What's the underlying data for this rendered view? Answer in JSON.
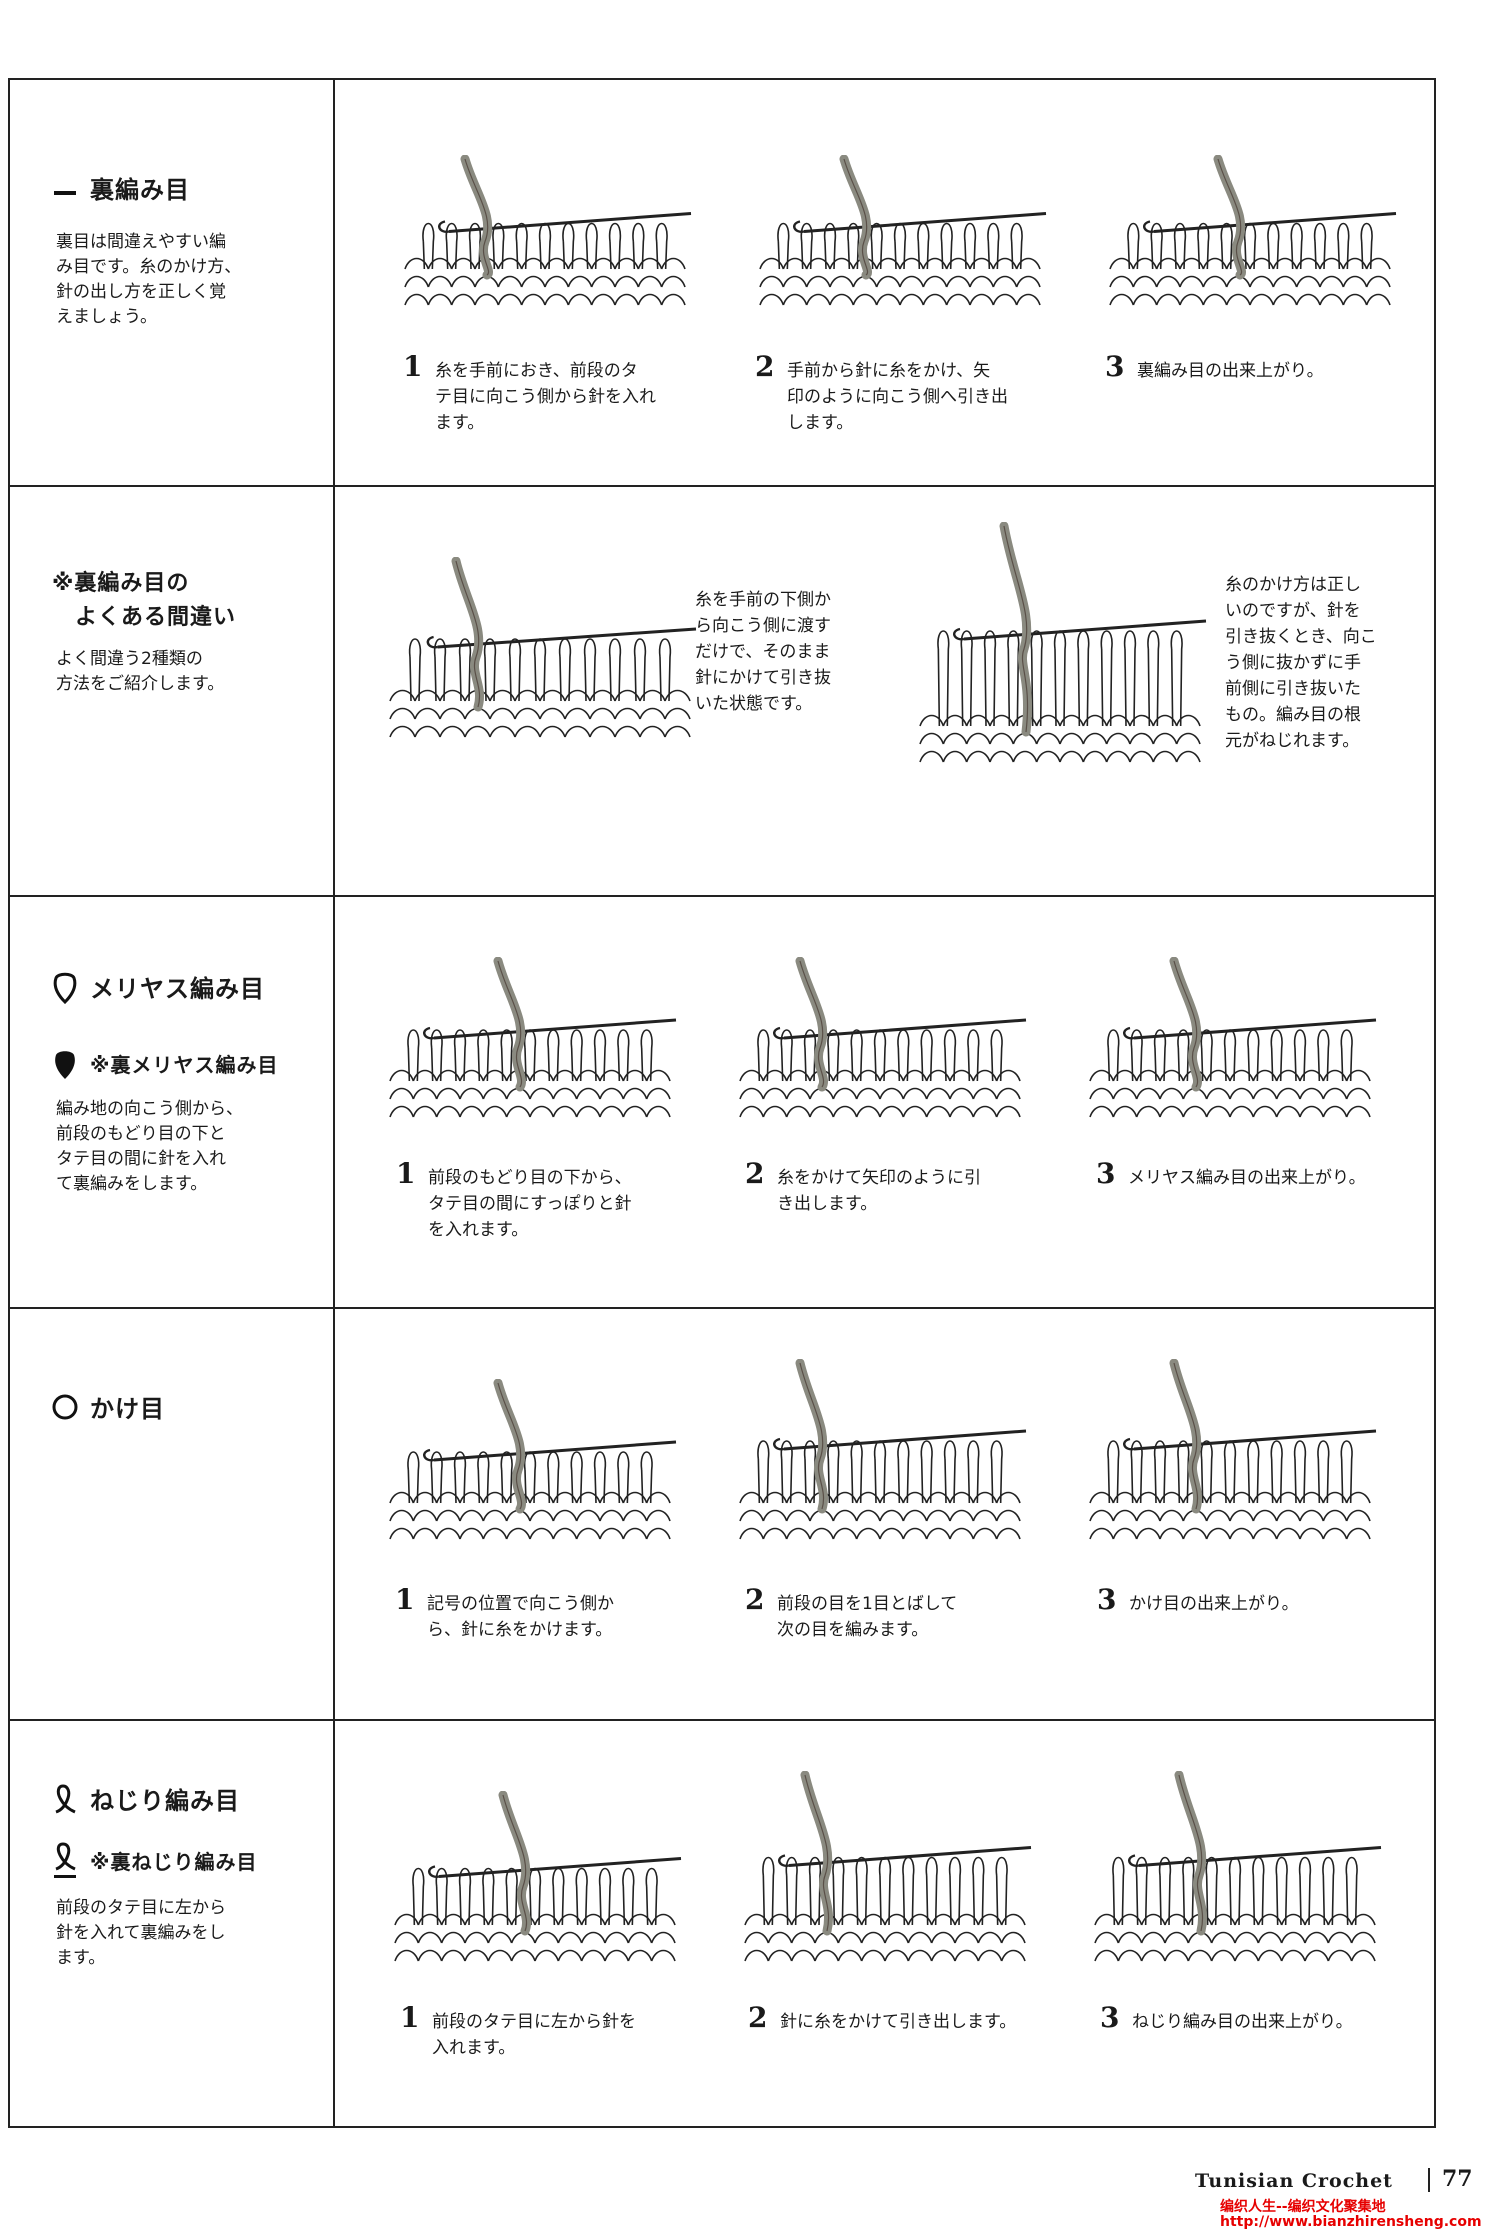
{
  "sections": [
    {
      "title": "裏編み目",
      "symbol": "dash-icon",
      "desc": "裏目は間違えやすい編\nみ目です。糸のかけ方、\n針の出し方を正しく覚\nえましょう。",
      "steps": [
        {
          "num": "1",
          "text": "糸を手前におき、前段のタ\nテ目に向こう側から針を入れ\nます。"
        },
        {
          "num": "2",
          "text": "手前から針に糸をかけ、矢\n印のように向こう側へ引き出\nします。"
        },
        {
          "num": "3",
          "text": "裏編み目の出来上がり。"
        }
      ]
    },
    {
      "title": "※裏編み目の\n　よくある間違い",
      "desc": "よく間違う2種類の\n方法をご紹介します。",
      "notes": [
        "糸を手前の下側か\nら向こう側に渡す\nだけで、そのまま\n針にかけて引き抜\nいた状態です。",
        "糸のかけ方は正し\nいのですが、針を\n引き抜くとき、向こ\nう側に抜かずに手\n前側に引き抜いた\nもの。編み目の根\n元がねじれます。"
      ]
    },
    {
      "title": "メリヤス編み目",
      "symbol": "teardrop-outline-icon",
      "subtitle": "※裏メリヤス編み目",
      "subsymbol": "teardrop-filled-icon",
      "desc": "編み地の向こう側から、\n前段のもどり目の下と\nタテ目の間に針を入れ\nて裏編みをします。",
      "steps": [
        {
          "num": "1",
          "text": "前段のもどり目の下から、\nタテ目の間にすっぽりと針\nを入れます。"
        },
        {
          "num": "2",
          "text": "糸をかけて矢印のように引\nき出します。"
        },
        {
          "num": "3",
          "text": "メリヤス編み目の出来上がり。"
        }
      ]
    },
    {
      "title": "かけ目",
      "symbol": "circle-outline-icon",
      "steps": [
        {
          "num": "1",
          "text": "記号の位置で向こう側か\nら、針に糸をかけます。"
        },
        {
          "num": "2",
          "text": "前段の目を1目とばして\n次の目を編みます。"
        },
        {
          "num": "3",
          "text": "かけ目の出来上がり。"
        }
      ]
    },
    {
      "title": "ねじり編み目",
      "symbol": "twist-loop-icon",
      "subtitle": "※裏ねじり編み目",
      "subsymbol": "twist-loop-underline-icon",
      "desc": "前段のタテ目に左から\n針を入れて裏編みをし\nます。",
      "steps": [
        {
          "num": "1",
          "text": "前段のタテ目に左から針を\n入れます。"
        },
        {
          "num": "2",
          "text": "針に糸をかけて引き出します。"
        },
        {
          "num": "3",
          "text": "ねじり編み目の出来上がり。"
        }
      ]
    }
  ],
  "footer": {
    "title": "Tunisian Crochet",
    "page": "77",
    "watermark_1": "编织人生--编织文化聚集地",
    "watermark_2": "http://www.bianzhirensheng.com"
  },
  "colors": {
    "line": "#222222",
    "yarn": "#8a8a80",
    "yarn_dark": "#5a5048",
    "watermark": "#e60000"
  }
}
